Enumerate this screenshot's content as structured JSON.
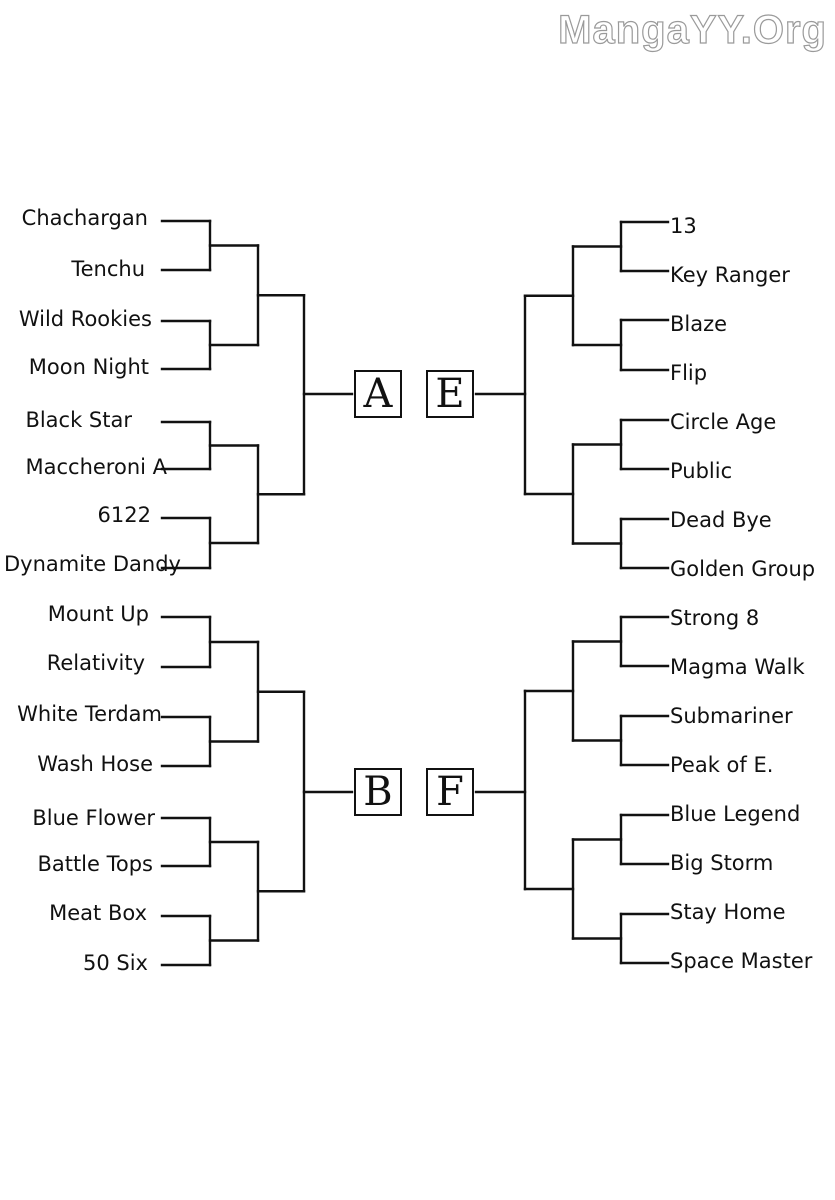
{
  "watermark": "MangaYY.Org",
  "groups": {
    "A": {
      "label": "A",
      "teams": [
        "Chachargan",
        "Tenchu",
        "Wild Rookies",
        "Moon Night",
        "Black Star",
        "Maccheroni A",
        "6122",
        "Dynamite Dandy"
      ]
    },
    "E": {
      "label": "E",
      "teams": [
        "13",
        "Key Ranger",
        "Blaze",
        "Flip",
        "Circle Age",
        "Public",
        "Dead Bye",
        "Golden Group"
      ]
    },
    "B": {
      "label": "B",
      "teams": [
        "Mount Up",
        "Relativity",
        "White Terdam",
        "Wash Hose",
        "Blue Flower",
        "Battle Tops",
        "Meat Box",
        "50 Six"
      ]
    },
    "F": {
      "label": "F",
      "teams": [
        "Strong 8",
        "Magma Walk",
        "Submariner",
        "Peak of E.",
        "Blue Legend",
        "Big Storm",
        "Stay Home",
        "Space Master"
      ]
    }
  }
}
